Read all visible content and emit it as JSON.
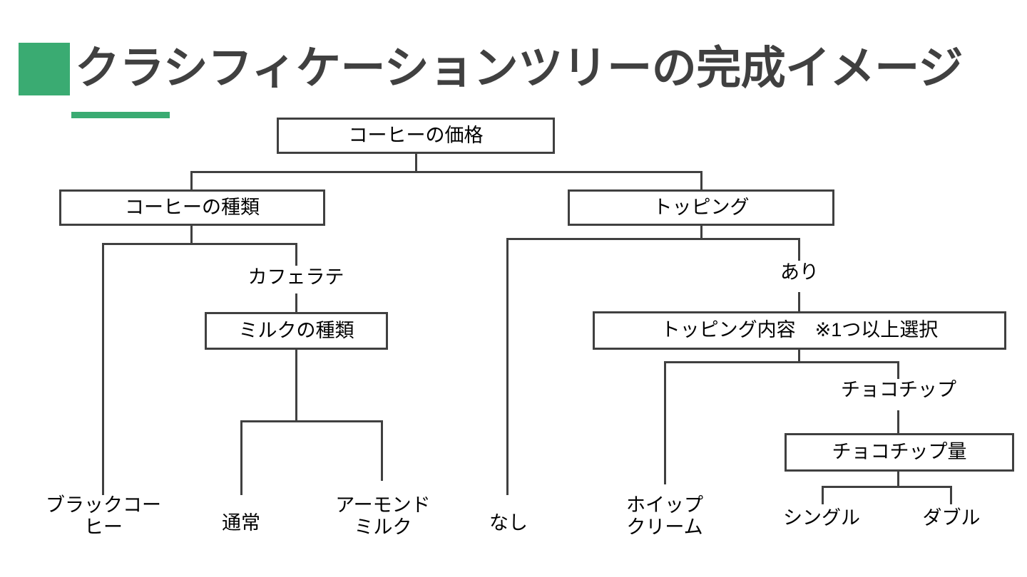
{
  "title": "クラシフィケーションツリーの完成イメージ",
  "accent_color": "#3aab72",
  "line_color": "#404040",
  "tree": {
    "root": {
      "label": "コーヒーの価格"
    },
    "level1": [
      {
        "label": "コーヒーの種類"
      },
      {
        "label": "トッピング"
      }
    ],
    "edge_labels": {
      "cafe_latte": "カフェラテ",
      "topping_yes": "あり",
      "choco_chip": "チョコチップ"
    },
    "level2": [
      {
        "label": "ミルクの種類"
      },
      {
        "label": "トッピング内容　※1つ以上選択"
      }
    ],
    "level3": [
      {
        "label": "チョコチップ量"
      }
    ],
    "leaves": [
      {
        "label": "ブラックコー\nヒー"
      },
      {
        "label": "通常"
      },
      {
        "label": "アーモンド\nミルク"
      },
      {
        "label": "なし"
      },
      {
        "label": "ホイップ\nクリーム"
      },
      {
        "label": "シングル"
      },
      {
        "label": "ダブル"
      }
    ]
  }
}
